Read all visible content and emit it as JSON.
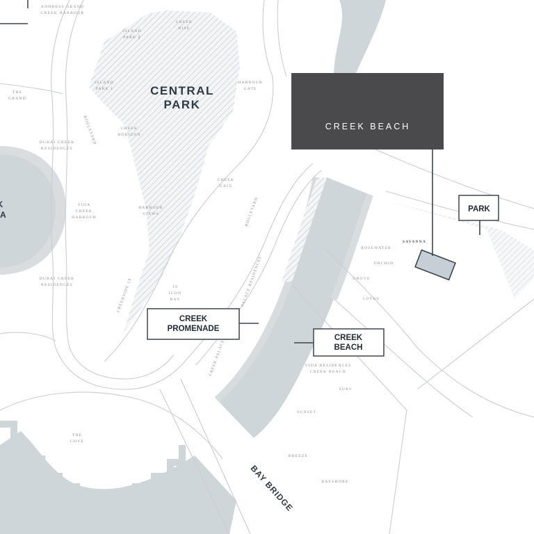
{
  "colors": {
    "background": "#ffffff",
    "water": "#cfd6da",
    "hatch": "#c9d1d6",
    "line": "#c6ccd1",
    "dark_box": "#4a4a4c",
    "label_border": "#3b4550"
  },
  "labels": {
    "central_park": [
      "CENTRAL",
      "PARK"
    ],
    "creek_beach_main": "CREEK BEACH",
    "park": "PARK",
    "creek_promenade": [
      "CREEK",
      "PROMENADE"
    ],
    "creek_beach": [
      "CREEK",
      "BEACH"
    ],
    "bay_bridge": "BAY BRIDGE",
    "marina_partial": [
      "K",
      "NA"
    ]
  },
  "places": {
    "address_grand": [
      "ADDRESS GRAND",
      "CREEK HARBOUR"
    ],
    "the_grand": [
      "THE",
      "GRAND"
    ],
    "dubai_creek_res_1": [
      "DUBAI CREEK",
      "RESIDENCES"
    ],
    "vida_creek_harbour": [
      "VIDA",
      "CREEK",
      "HARBOUR"
    ],
    "dubai_creek_res_2": [
      "DUBAI CREEK",
      "RESIDENCES"
    ],
    "island_park_2": [
      "ISLAND",
      "PARK ∥"
    ],
    "creek_rise": [
      "CREEK",
      "RISE"
    ],
    "island_park_1": [
      "ISLAND",
      "PARK I"
    ],
    "harbour_gate": [
      "HARBOUR",
      "GATE"
    ],
    "creek_horizon": [
      "CREEK",
      "HORIZON"
    ],
    "creek_gate": [
      "CREEK",
      "GATE"
    ],
    "harbour_views": [
      "HARBOUR",
      "VIEWS"
    ],
    "creekside_18": "CREEKSIDE 18",
    "icon_bay": [
      "18",
      "ICON",
      "BAY"
    ],
    "palace_residences": "PALACE RESIDENCES",
    "creek_palace": "CREEK PALACE",
    "boulevard_1": "BOULEVARD",
    "boulevard_2": "BOULEVARD",
    "the_cove": [
      "THE",
      "COVE"
    ],
    "savanna": "SAVANNA",
    "rosewater": "ROSEWATER",
    "orchid": "ORCHID",
    "grove": "GROVE",
    "lotus": "LOTUS",
    "vida_creek_beach": [
      "VIDA RESIDENCES",
      "CREEK BEACH"
    ],
    "surf": "SURF",
    "sunset": "SUNSET",
    "breeze": "BREEZE",
    "bayshore": "BAYSHORE"
  }
}
